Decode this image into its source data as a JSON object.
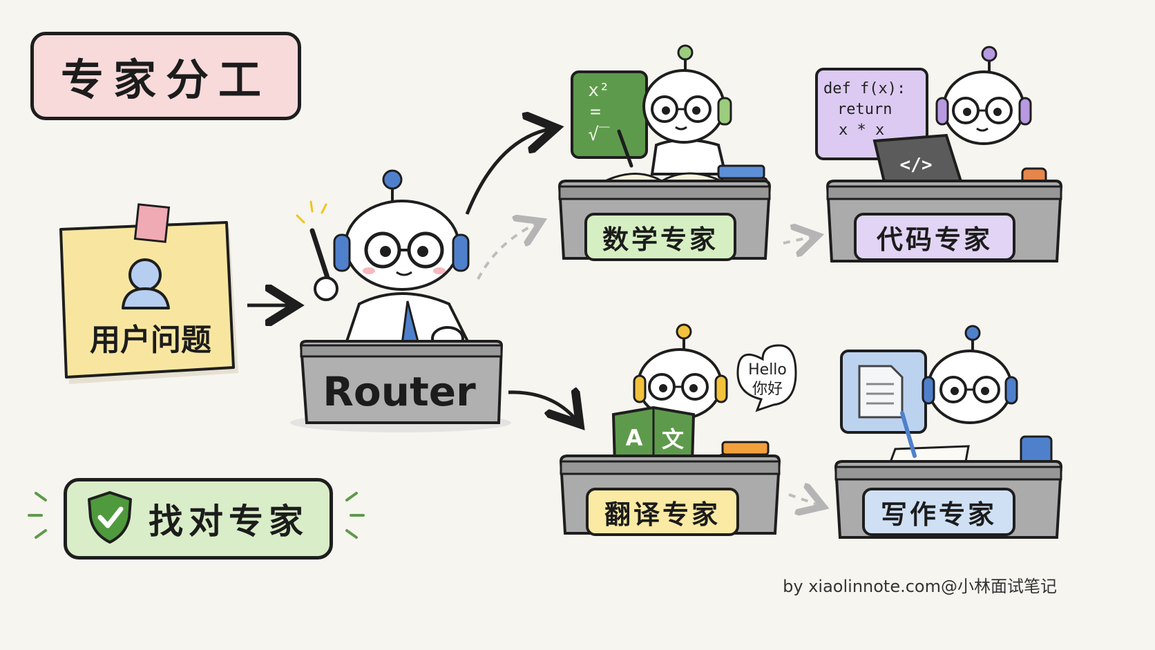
{
  "title": "专家分工",
  "user_note": {
    "label": "用户问题",
    "icon": "user-icon"
  },
  "router": {
    "label": "Router"
  },
  "experts": {
    "math": {
      "label": "数学专家",
      "board_lines": [
        "x²",
        "=",
        "√‾"
      ],
      "color": "#d6efc2"
    },
    "code": {
      "label": "代码专家",
      "board_lines": [
        "def f(x):",
        "return",
        "x * x"
      ],
      "laptop_symbol": "</>",
      "color": "#e2d4f4"
    },
    "translation": {
      "label": "翻译专家",
      "book_letters": [
        "A",
        "文"
      ],
      "bubble_lines": [
        "Hello",
        "你好"
      ],
      "color": "#fbeaa3"
    },
    "writing": {
      "label": "写作专家",
      "color": "#cfe0f5"
    }
  },
  "badge": {
    "label": "找对专家",
    "icon": "shield-check-icon",
    "color": "#d9edc8"
  },
  "credit": "by xiaolinnote.com@小林面试笔记",
  "colors": {
    "background": "#f7f5f0",
    "title_bg": "#f9dadb",
    "note_bg": "#f8e6a0",
    "desk": "#a9a9a9",
    "arrow_dashed": "#bdbdbd"
  }
}
